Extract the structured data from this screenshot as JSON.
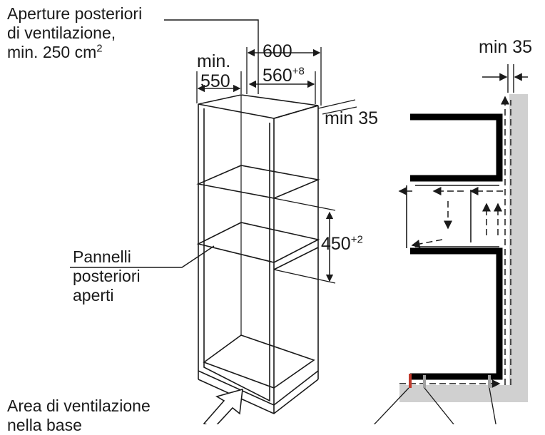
{
  "labels": {
    "rear_openings_line1": "Aperture posteriori",
    "rear_openings_line2": "di ventilazione,",
    "rear_openings_line3": "min. 250 cm",
    "rear_openings_sup": "2",
    "rear_panels_line1": "Pannelli",
    "rear_panels_line2": "posteriori",
    "rear_panels_line3": "aperti",
    "base_area_line1": "Area di ventilazione",
    "base_area_line2": "nella base"
  },
  "dimensions": {
    "min_label": "min.",
    "depth_550": "550",
    "width_600": "600",
    "width_560": "560",
    "width_560_tol": "+8",
    "gap_min35_left": "min 35",
    "gap_min35_right": "min 35",
    "height_450": "450",
    "height_450_tol": "+2"
  },
  "colors": {
    "line": "#1a1a1a",
    "wall": "#d0d0d0",
    "panel": "#000000",
    "marker_red": "#c0392b"
  }
}
